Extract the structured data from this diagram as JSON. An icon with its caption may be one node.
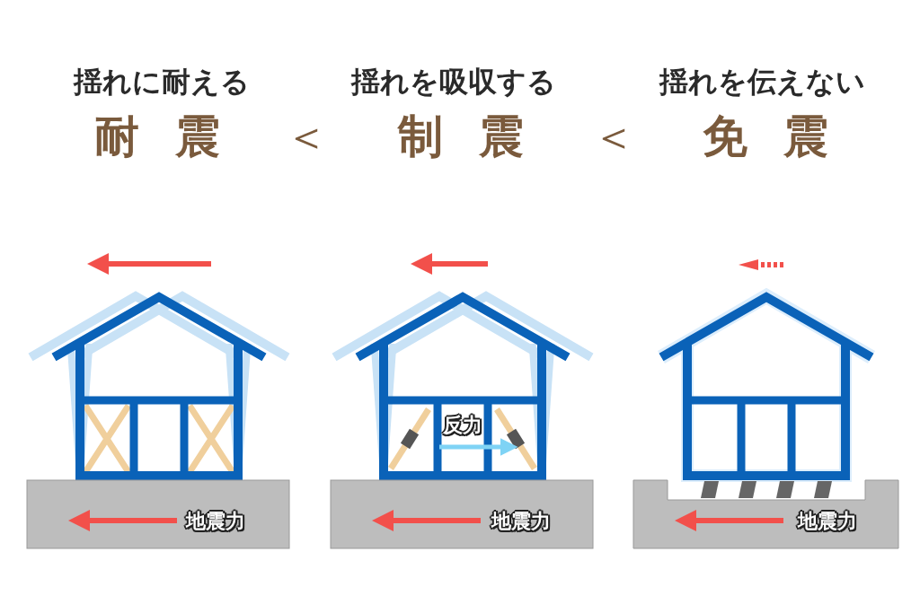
{
  "diagram": {
    "labels": [
      "揺れに耐える",
      "揺れを吸収する",
      "揺れを伝えない",
      "耐震",
      "＜",
      "制震",
      "＜",
      "免震",
      "反力",
      "地震力",
      "地震力",
      "地震力"
    ]
  }
}
